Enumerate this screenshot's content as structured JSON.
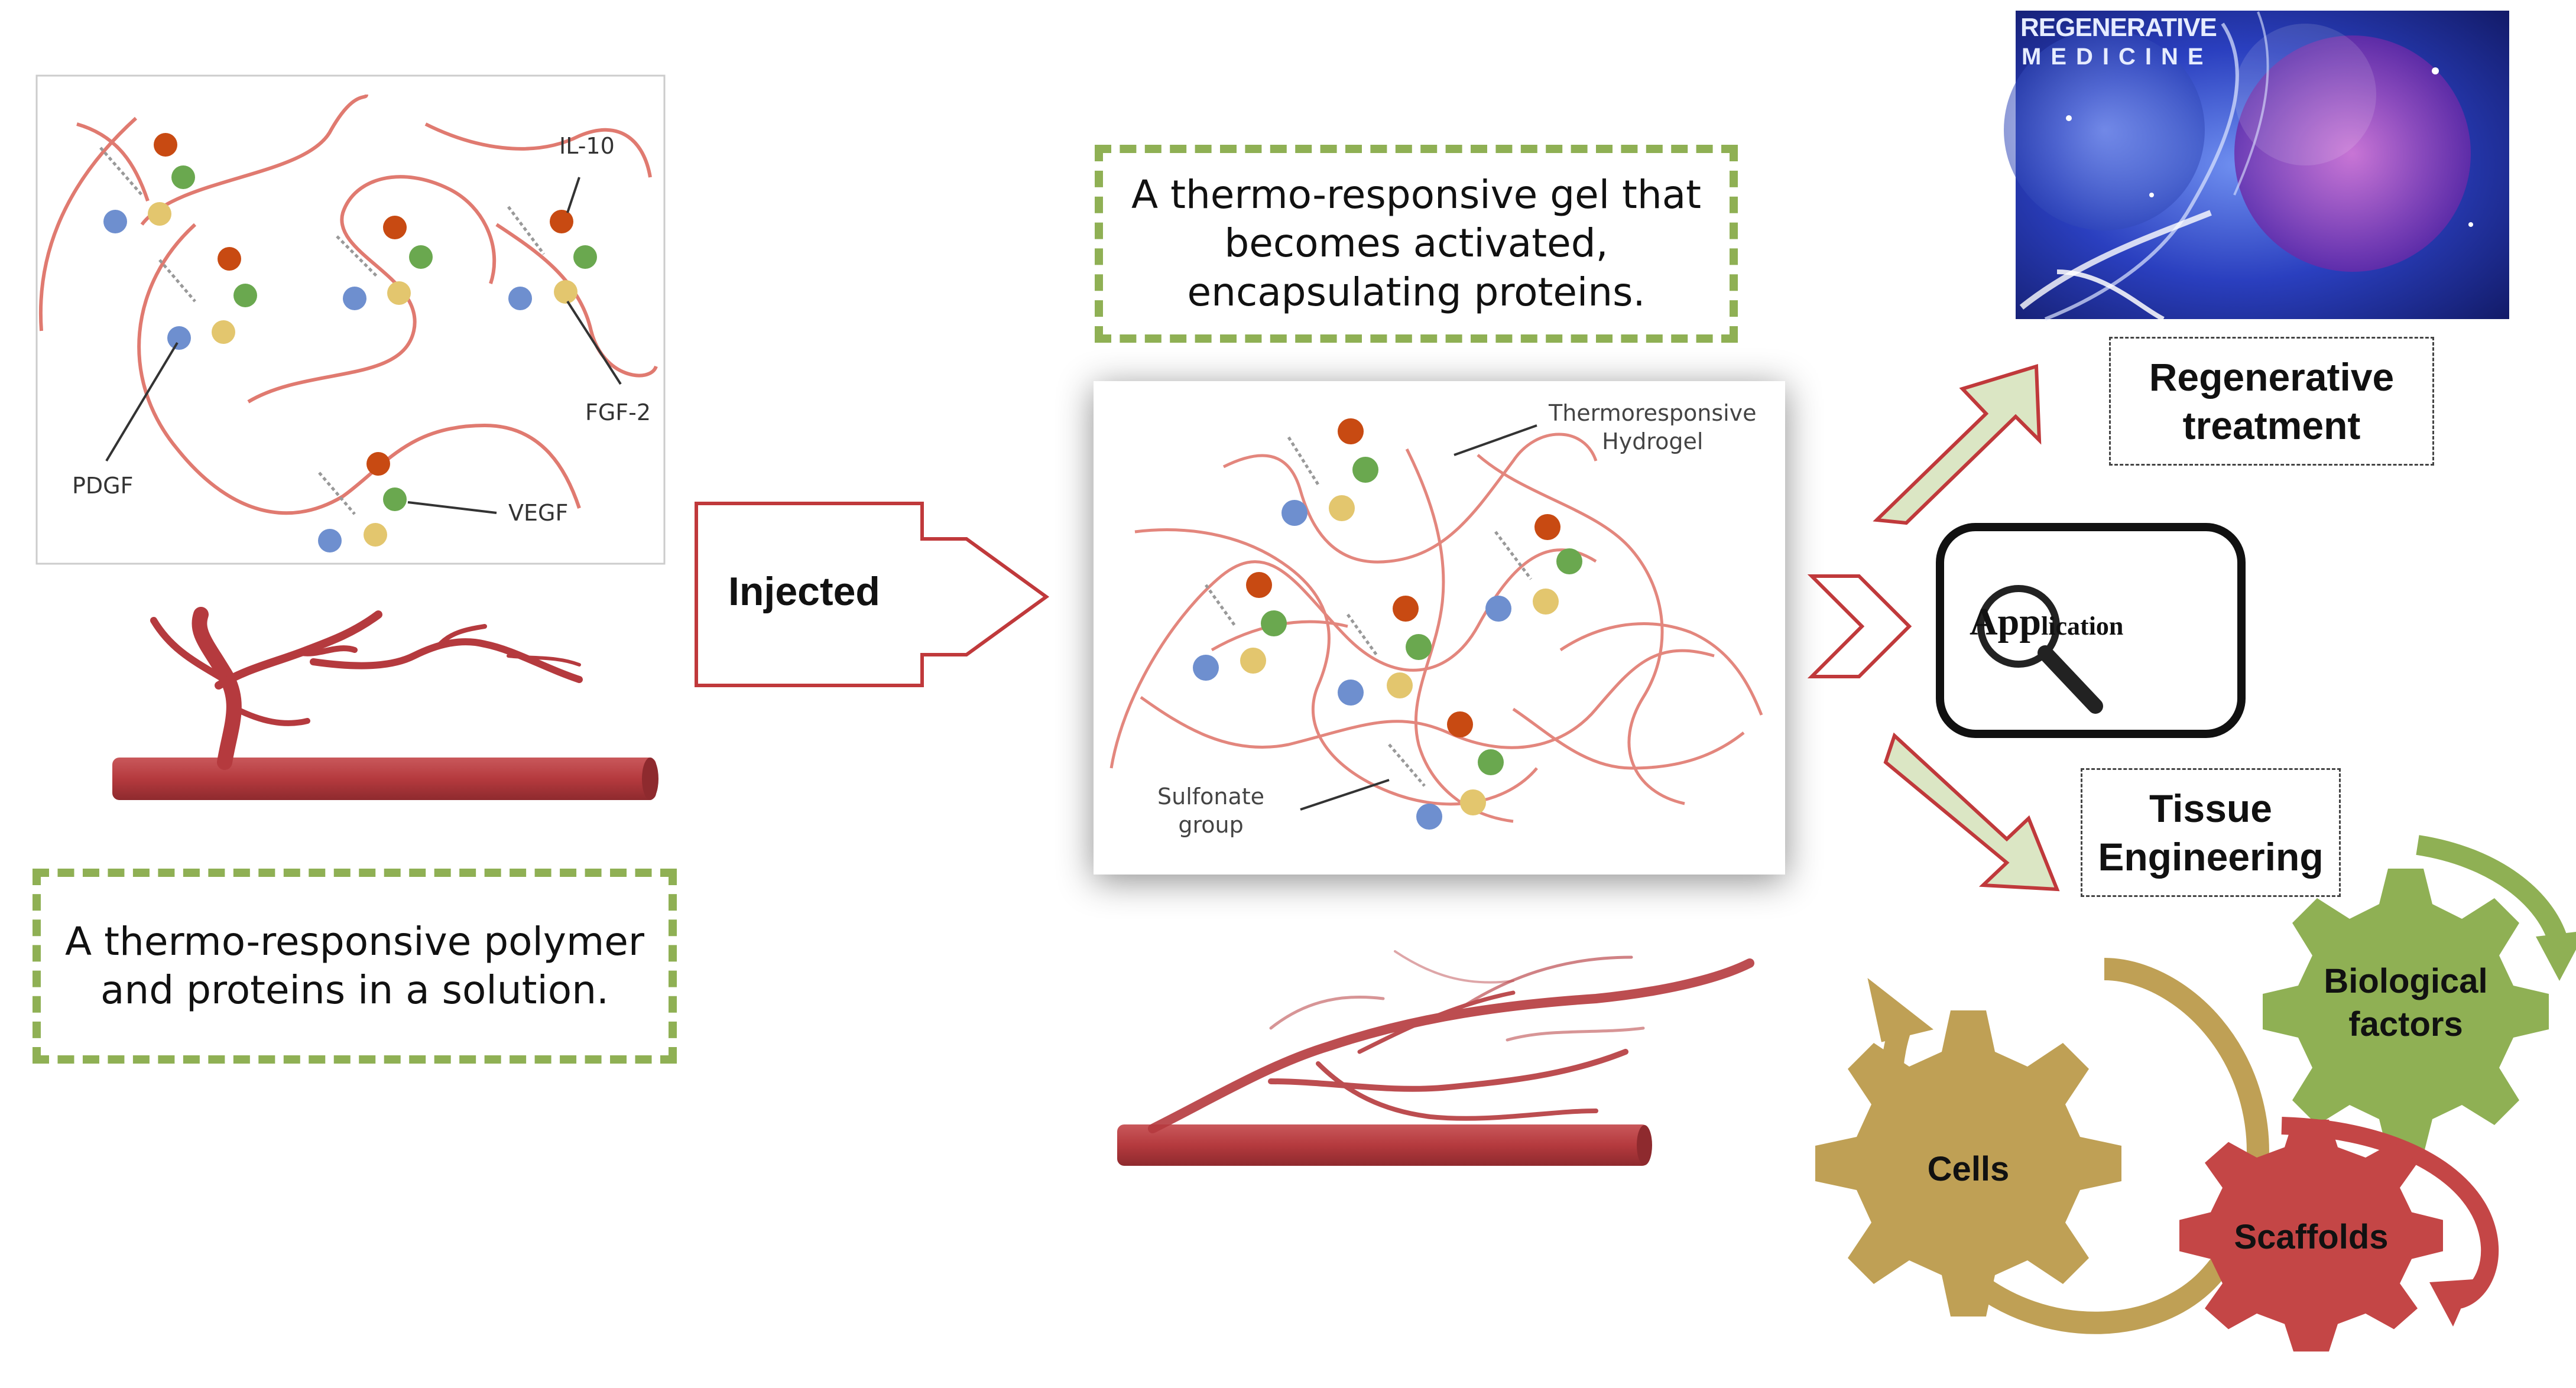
{
  "captions": {
    "solution": "A thermo-responsive polymer\nand proteins in a solution.",
    "gel": "A thermo-responsive gel that\nbecomes activated,\nencapsulating proteins."
  },
  "arrow_label": "Injected",
  "panel1_labels": {
    "il10": "IL-10",
    "fgf2": "FGF-2",
    "pdgf": "PDGF",
    "vegf": "VEGF"
  },
  "panel2_labels": {
    "hydrogel": "Thermoresponsive\nHydrogel",
    "sulfonate": "Sulfonate\ngroup"
  },
  "banner": {
    "line1": "REGENERATIVE",
    "line2": "MEDICINE"
  },
  "application": {
    "big": "App",
    "small": "lication"
  },
  "outcomes": {
    "regenerative": "Regenerative\ntreatment",
    "tissue": "Tissue\nEngineering"
  },
  "gears": {
    "biological": "Biological\nfactors",
    "cells": "Cells",
    "scaffolds": "Scaffolds"
  },
  "colors": {
    "dashed_green": "#8fb054",
    "polymer_red": "#e07a70",
    "vessel": "#b53a3e",
    "arrow_outline": "#c0393b",
    "arrow_fill_green": "#dbe6c4",
    "gear_green": "#8fb054",
    "gear_tan": "#bfa055",
    "gear_red": "#c44646",
    "dot_orange": "#c84a12",
    "dot_green": "#6aa84f",
    "dot_blue": "#6e8fcf",
    "dot_yellow": "#e3c66e"
  }
}
